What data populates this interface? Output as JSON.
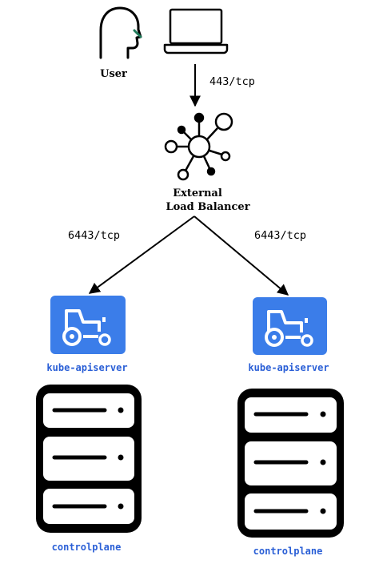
{
  "user_label": "User",
  "client_port": "443/tcp",
  "load_balancer": {
    "line1": "External",
    "line2": "Load Balancer"
  },
  "left_port": "6443/tcp",
  "right_port": "6443/tcp",
  "nodes": [
    {
      "component": "kube-apiserver",
      "host": "controlplane"
    },
    {
      "component": "kube-apiserver",
      "host": "controlplane"
    }
  ],
  "colors": {
    "link": "#2a5fd6",
    "icon_blue": "#3b7de9",
    "user_accent": "#1f7a5a",
    "stroke": "#000000"
  },
  "icons": [
    "user-head-icon",
    "laptop-icon",
    "load-balancer-icon",
    "tractor-icon",
    "server-rack-icon"
  ]
}
